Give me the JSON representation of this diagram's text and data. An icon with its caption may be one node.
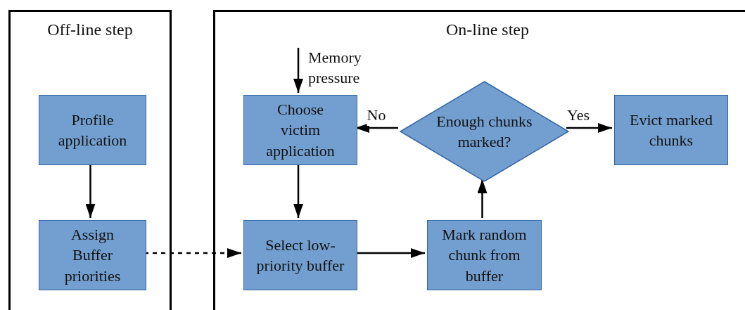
{
  "diagram": {
    "nodes": [
      {
        "text": [
          "Off-line step"
        ]
      },
      {
        "text": [
          "Profile application"
        ],
        "in": 0
      },
      {
        "text": [
          "Assign Buffer priorities"
        ],
        "in": 0
      },
      {
        "text": [
          "On-line step"
        ]
      },
      {
        "text": [
          "Choose victim application"
        ],
        "in": 3
      },
      {
        "text": [
          "Enough chunks marked?"
        ],
        "in": 3
      },
      {
        "text": [
          "Evict marked chunks"
        ],
        "in": 3
      },
      {
        "text": [
          "Select low-priority buffer"
        ],
        "in": 3
      },
      {
        "text": [
          "Mark random chunk from buffer"
        ],
        "in": 3
      }
    ],
    "edges": [
      {
        "from": 1,
        "to": 2,
        "arrow": "to"
      },
      {
        "from": 2,
        "to": 7,
        "arrow": "to",
        "style": "dashed"
      },
      {
        "from": null,
        "to": 4,
        "arrow": "to",
        "label": "Memory pressure"
      },
      {
        "from": 4,
        "to": 7,
        "arrow": "to"
      },
      {
        "from": 7,
        "to": 8,
        "arrow": "to"
      },
      {
        "from": 8,
        "to": 5,
        "arrow": "to"
      },
      {
        "from": 5,
        "to": 4,
        "arrow": "to",
        "label": "No"
      },
      {
        "from": 5,
        "to": 6,
        "arrow": "to",
        "label": "Yes"
      }
    ]
  }
}
